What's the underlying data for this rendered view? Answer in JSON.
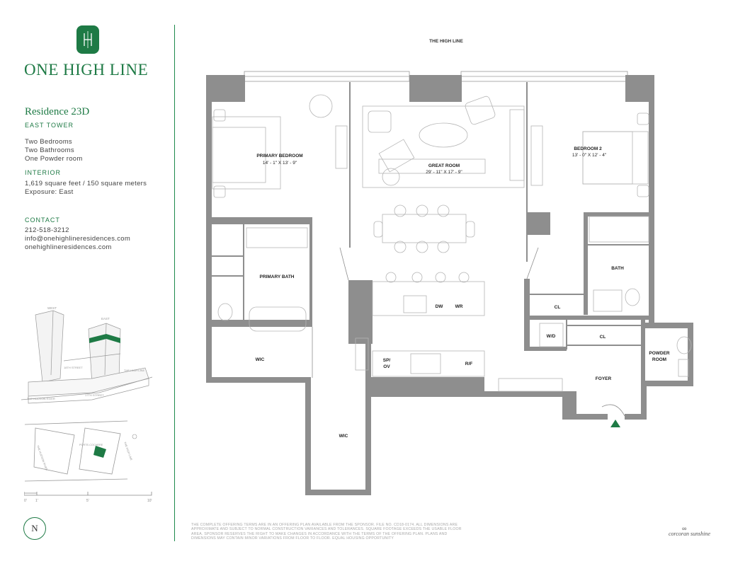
{
  "brand": {
    "name": "ONE HIGH LINE"
  },
  "residence": {
    "title": "Residence 23D",
    "tower": "EAST TOWER",
    "features": [
      "Two Bedrooms",
      "Two Bathrooms",
      "One Powder room"
    ]
  },
  "interior": {
    "heading": "INTERIOR",
    "area": "1,619 square feet / 150 square meters",
    "exposure": "Exposure: East"
  },
  "contact": {
    "heading": "CONTACT",
    "phone": "212-518-3212",
    "email": "info@onehighlineresidences.com",
    "website": "onehighlineresidences.com"
  },
  "context_map": {
    "towers": [
      "WEST",
      "EAST"
    ],
    "streets": [
      "18TH STREET",
      "17TH STREET",
      "THE HIGH LINE"
    ],
    "bridge": "THE HUDSON RIVER",
    "site_labels": [
      "THE HUDSON RIVER",
      "PORTE-COCHERE",
      "THE HIGH LINE"
    ]
  },
  "scale": {
    "labels": [
      "0'",
      "1'",
      "5'",
      "10'"
    ]
  },
  "compass": {
    "label": "N"
  },
  "plan": {
    "street_label": "THE HIGH LINE",
    "rooms": {
      "primary_bedroom": {
        "name": "PRIMARY BEDROOM",
        "dims": "14' - 1\" X 13' - 9\""
      },
      "great_room": {
        "name": "GREAT ROOM",
        "dims": "29' - 11\" X 17' - 9\""
      },
      "bedroom2": {
        "name": "BEDROOM 2",
        "dims": "13' - 0\" X 12' - 4\""
      },
      "primary_bath": "PRIMARY BATH",
      "bath": "BATH",
      "wic1": "WIC",
      "wic2": "WIC",
      "cl1": "CL",
      "cl2": "CL",
      "wd": "W/D",
      "foyer": "FOYER",
      "powder_line1": "POWDER",
      "powder_line2": "ROOM",
      "dw": "DW",
      "wr": "WR",
      "spov_line1": "SP/",
      "spov_line2": "OV",
      "rf": "R/F"
    }
  },
  "disclaimer": "THE COMPLETE OFFERING TERMS ARE IN AN OFFERING PLAN AVAILABLE FROM THE SPONSOR. FILE NO. CD18-0174. ALL DIMENSIONS ARE APPROXIMATE AND SUBJECT TO NORMAL CONSTRUCTION VARIANCES AND TOLERANCES. SQUARE FOOTAGE EXCEEDS THE USABLE FLOOR AREA. SPONSOR RESERVES THE RIGHT TO MAKE CHANGES IN ACCORDANCE WITH THE TERMS OF THE OFFERING PLAN. PLANS AND DIMENSIONS MAY CONTAIN MINOR VARIATIONS FROM FLOOR TO FLOOR. EQUAL HOUSING OPPORTUNITY",
  "broker": {
    "name": "corcoran sunshine",
    "mark": "∞"
  },
  "colors": {
    "brand_green": "#1e7a45",
    "wall_gray": "#8e8e8e",
    "fixture_gray": "#b5b5b5"
  }
}
